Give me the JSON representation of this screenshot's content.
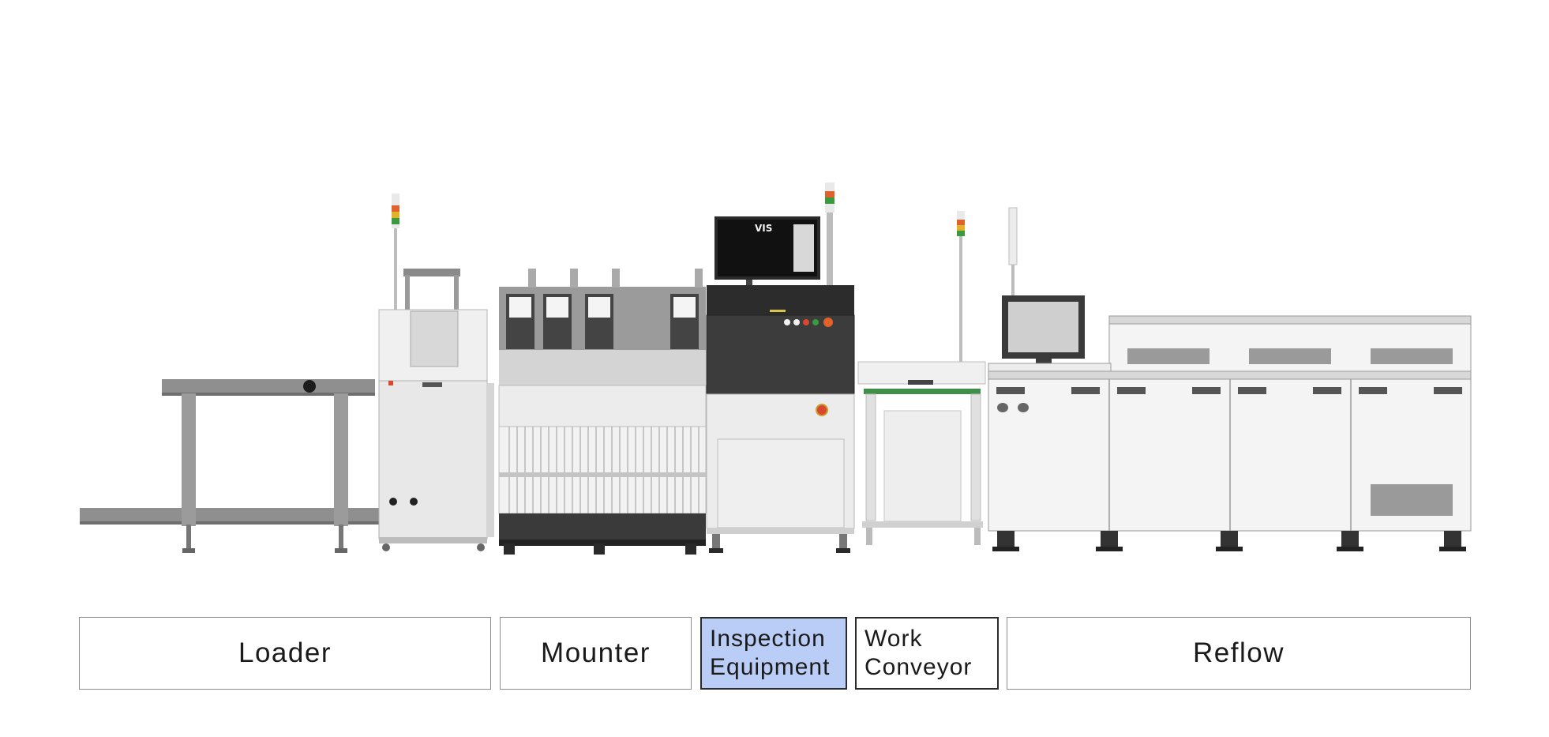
{
  "colors": {
    "selected_bg": "#b9cdf6",
    "tab_border": "#8c8c8c"
  },
  "screen_text": {
    "monitor_logo": "VIS"
  },
  "tabs": [
    {
      "label": "Loader",
      "lines": [
        "Loader"
      ],
      "selected": false
    },
    {
      "label": "Mounter",
      "lines": [
        "Mounter"
      ],
      "selected": false
    },
    {
      "label": "Inspection Equipment",
      "lines": [
        "Inspection",
        "Equipment"
      ],
      "selected": true
    },
    {
      "label": "Work Conveyor",
      "lines": [
        "Work",
        "Conveyor"
      ],
      "selected": false
    },
    {
      "label": "Reflow",
      "lines": [
        "Reflow"
      ],
      "selected": false
    }
  ]
}
